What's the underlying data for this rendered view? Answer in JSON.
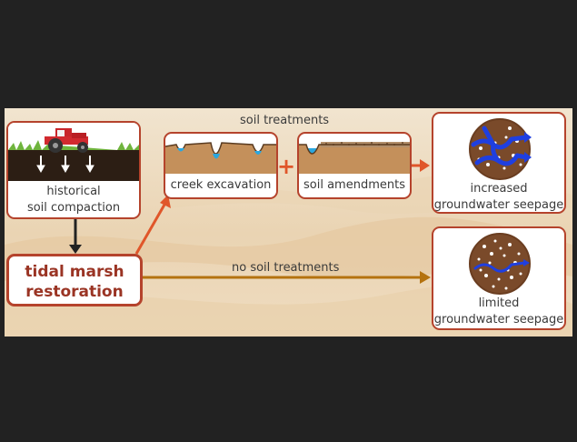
{
  "nodes": {
    "compaction": {
      "line1": "historical",
      "line2": "soil compaction"
    },
    "restoration": {
      "line1": "tidal marsh",
      "line2": "restoration"
    },
    "creek": {
      "label": "creek excavation"
    },
    "amendments": {
      "label": "soil amendments"
    },
    "increased": {
      "line1": "increased",
      "line2": "groundwater seepage"
    },
    "limited": {
      "line1": "limited",
      "line2": "groundwater seepage"
    }
  },
  "edges": {
    "treatments": {
      "label": "soil treatments"
    },
    "no_treatments": {
      "label": "no soil treatments"
    },
    "plus": "+"
  },
  "colors": {
    "accent_red": "#b5432c",
    "arrow_orange": "#e0562a",
    "arrow_brown": "#b4720f",
    "water_blue": "#2aa7e0",
    "seepage_blue": "#1f3fe0",
    "soil_brown": "#7a4a2a",
    "background": "#222222"
  },
  "icons": [
    "tractor-icon",
    "down-arrow-icon",
    "soil-core-icon"
  ]
}
